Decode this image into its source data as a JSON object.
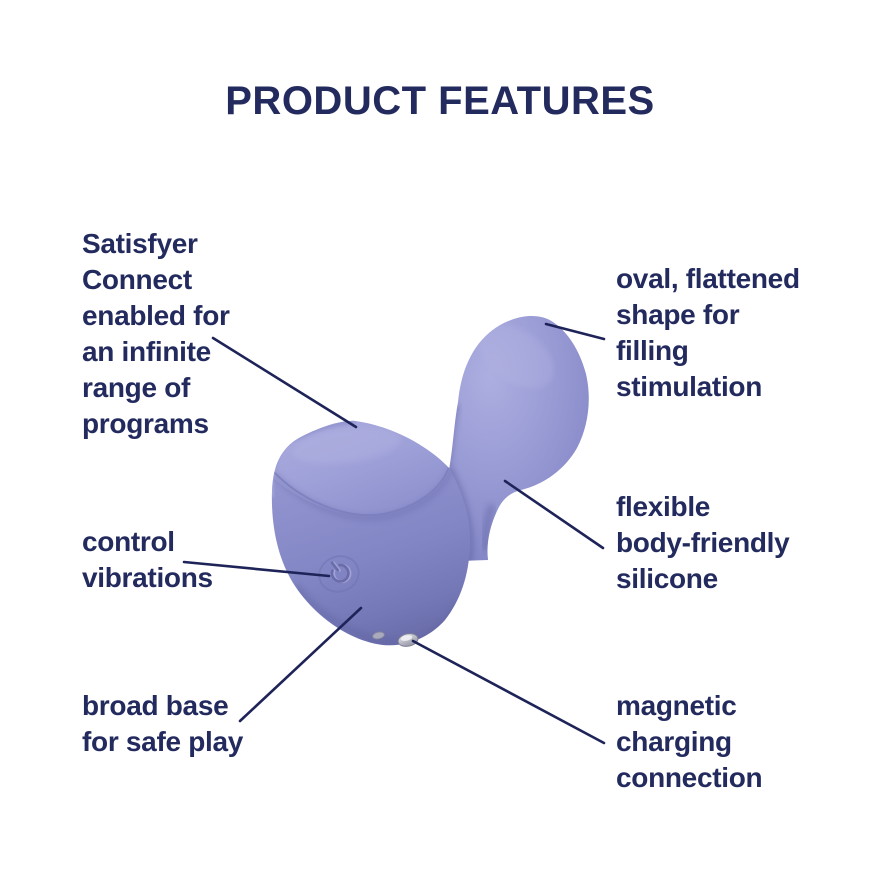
{
  "title": "PRODUCT FEATURES",
  "features": {
    "connect": "Satisfyer\nConnect\nenabled for\nan infinite\nrange of\nprograms",
    "shape": "oval, flattened\nshape for\nfilling\nstimulation",
    "control": "control\nvibrations",
    "silicone": "flexible\nbody-friendly\nsilicone",
    "base": "broad base\nfor safe play",
    "charging": "magnetic\ncharging\nconnection"
  },
  "icons": {
    "power": "power-icon",
    "charging_contact": "charging-contact-icon"
  },
  "colors": {
    "background": "#ffffff",
    "text_navy": "#232a5e",
    "callout_line": "#1e2358",
    "product_light": "#a9aadc",
    "product_mid": "#8f91ce",
    "product_dark": "#7276b4",
    "product_edge_dark": "#6b6eab",
    "contact_silver": "#d7d9df"
  }
}
